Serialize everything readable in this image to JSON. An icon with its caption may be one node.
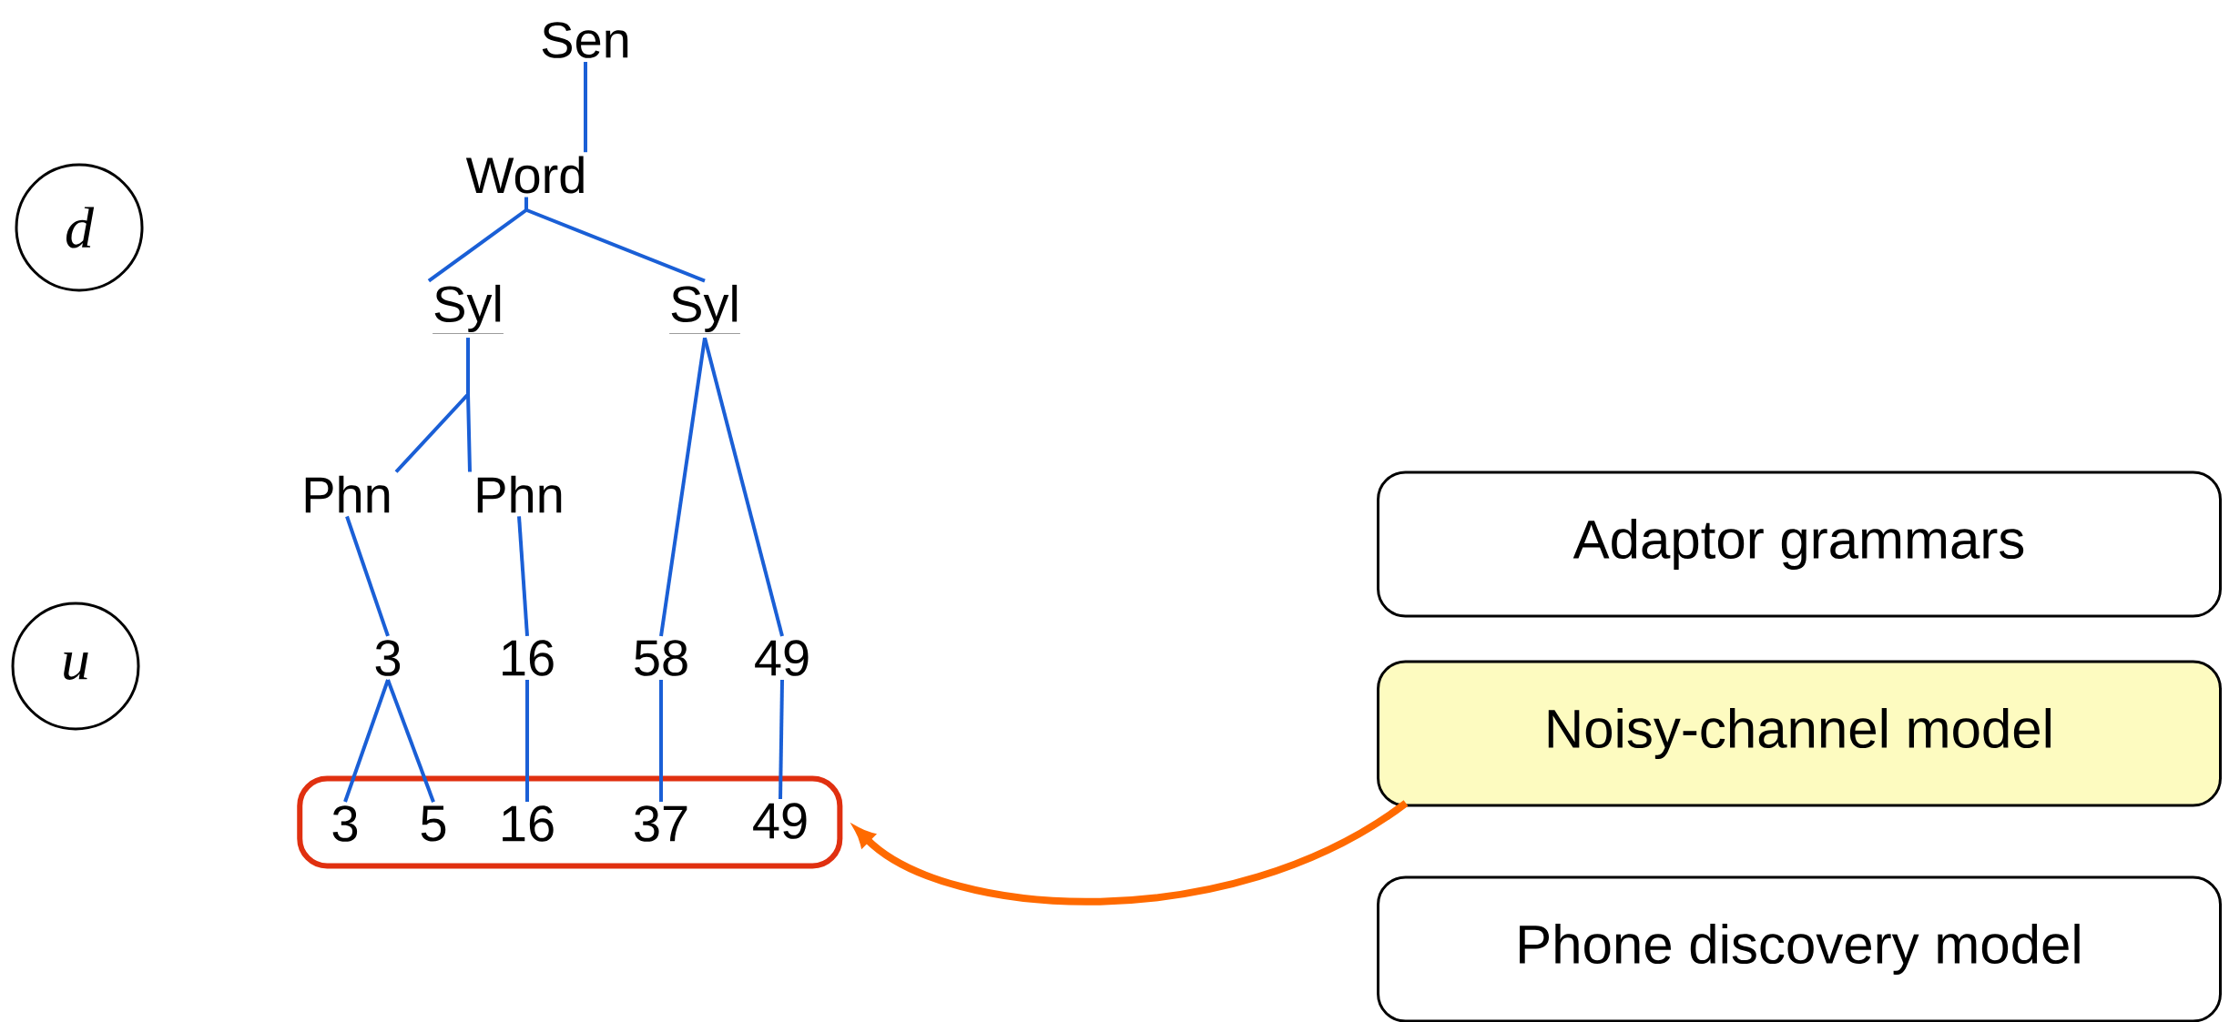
{
  "diagram": {
    "nodes": [
      {
        "text": [
          "Sen"
        ]
      },
      {
        "text": [
          "Word"
        ]
      },
      {
        "text": [
          "Syl"
        ]
      },
      {
        "text": [
          "Syl"
        ]
      },
      {
        "text": [
          "Phn"
        ]
      },
      {
        "text": [
          "Phn"
        ]
      },
      {
        "text": [
          "3"
        ]
      },
      {
        "text": [
          "16"
        ]
      },
      {
        "text": [
          "58"
        ]
      },
      {
        "text": [
          "49"
        ]
      },
      {
        "text": [],
        "shape": "box"
      },
      {
        "text": [
          "3"
        ],
        "in": 10
      },
      {
        "text": [
          "5"
        ],
        "in": 10
      },
      {
        "text": [
          "16"
        ],
        "in": 10
      },
      {
        "text": [
          "37"
        ],
        "in": 10
      },
      {
        "text": [
          "49"
        ],
        "in": 10
      },
      {
        "text": [
          "d"
        ]
      },
      {
        "text": [
          "u"
        ]
      },
      {
        "text": [
          "Adaptor grammars"
        ]
      },
      {
        "text": [
          "Noisy-channel model"
        ]
      },
      {
        "text": [
          "Phone discovery model"
        ]
      }
    ],
    "edges": [
      {
        "from": 0,
        "to": 1,
        "arrow": "none"
      },
      {
        "from": 1,
        "to": 2,
        "arrow": "none"
      },
      {
        "from": 1,
        "to": 3,
        "arrow": "none"
      },
      {
        "from": 2,
        "to": 4,
        "arrow": "none"
      },
      {
        "from": 2,
        "to": 5,
        "arrow": "none"
      },
      {
        "from": 3,
        "to": 8,
        "arrow": "none"
      },
      {
        "from": 3,
        "to": 9,
        "arrow": "none"
      },
      {
        "from": 4,
        "to": 6,
        "arrow": "none"
      },
      {
        "from": 5,
        "to": 7,
        "arrow": "none"
      },
      {
        "from": 6,
        "to": 11,
        "arrow": "none"
      },
      {
        "from": 6,
        "to": 12,
        "arrow": "none"
      },
      {
        "from": 7,
        "to": 13,
        "arrow": "none"
      },
      {
        "from": 8,
        "to": 14,
        "arrow": "none"
      },
      {
        "from": 9,
        "to": 15,
        "arrow": "none"
      },
      {
        "from": 19,
        "to": 10,
        "arrow": "to",
        "style": "thick",
        "color": "#ff6a00"
      }
    ]
  }
}
